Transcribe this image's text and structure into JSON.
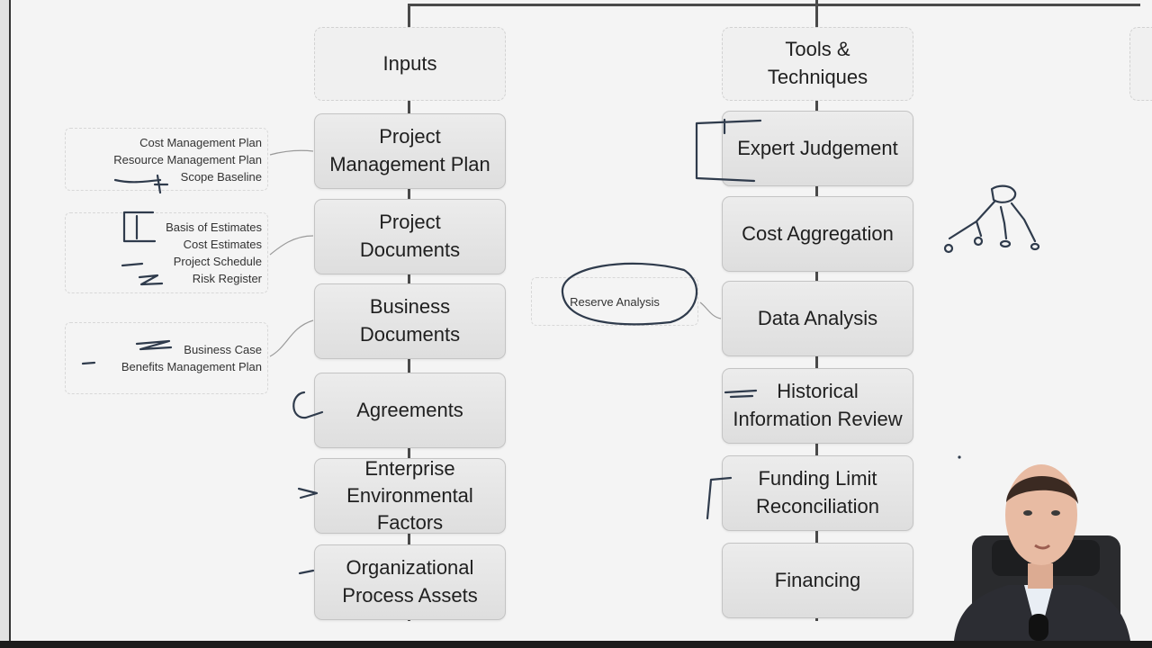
{
  "columns": {
    "inputs": {
      "header": "Inputs",
      "items": [
        "Project\nManagement Plan",
        "Project\nDocuments",
        "Business\nDocuments",
        "Agreements",
        "Enterprise\nEnvironmental\nFactors",
        "Organizational\nProcess Assets"
      ]
    },
    "tools": {
      "header": "Tools &\nTechniques",
      "items": [
        "Expert Judgement",
        "Cost Aggregation",
        "Data Analysis",
        "Historical\nInformation Review",
        "Funding Limit\nReconciliation",
        "Financing"
      ]
    }
  },
  "notes": {
    "pmp": [
      "Cost Management Plan",
      "Resource Management Plan",
      "Scope Baseline"
    ],
    "docs": [
      "Basis of Estimates",
      "Cost Estimates",
      "Project Schedule",
      "Risk Register"
    ],
    "business": [
      "Business Case",
      "Benefits Management Plan"
    ],
    "data_analysis": [
      "Reserve Analysis"
    ]
  },
  "colors": {
    "box_fill": "#e6e6e6",
    "connector": "#4a4a4a",
    "ink": "#2f3b4c"
  }
}
